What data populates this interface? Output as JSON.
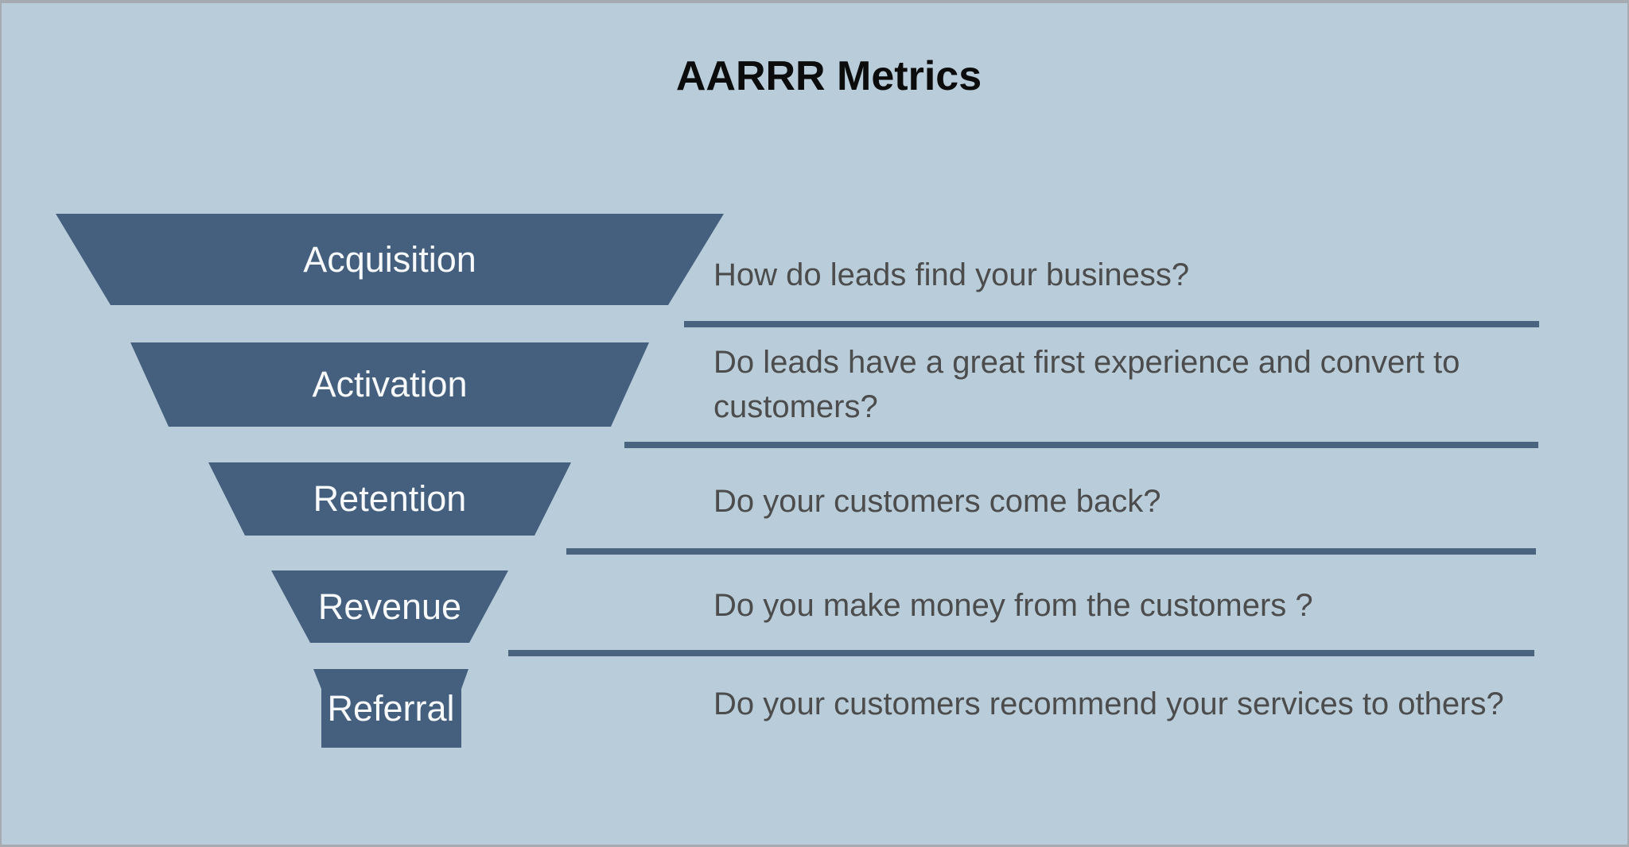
{
  "title": "AARRR Metrics",
  "colors": {
    "background": "#b8ccd9",
    "stage_fill": "#45607e",
    "divider": "#4a6480",
    "stage_label_text": "#f7f9fa",
    "description_text": "#4c4c4c",
    "title_text": "#0c0c0c"
  },
  "funnel": {
    "stages": [
      {
        "label": "Acquisition",
        "description_lines": [
          "How do leads find your business?"
        ]
      },
      {
        "label": "Activation",
        "description_lines": [
          "Do leads have a great first experience and convert to",
          "customers?"
        ]
      },
      {
        "label": "Retention",
        "description_lines": [
          "Do your customers come back?"
        ]
      },
      {
        "label": "Revenue",
        "description_lines": [
          "Do you make money from the customers ?"
        ]
      },
      {
        "label": "Referral",
        "description_lines": [
          "Do your customers recommend your services to others?"
        ]
      }
    ]
  }
}
